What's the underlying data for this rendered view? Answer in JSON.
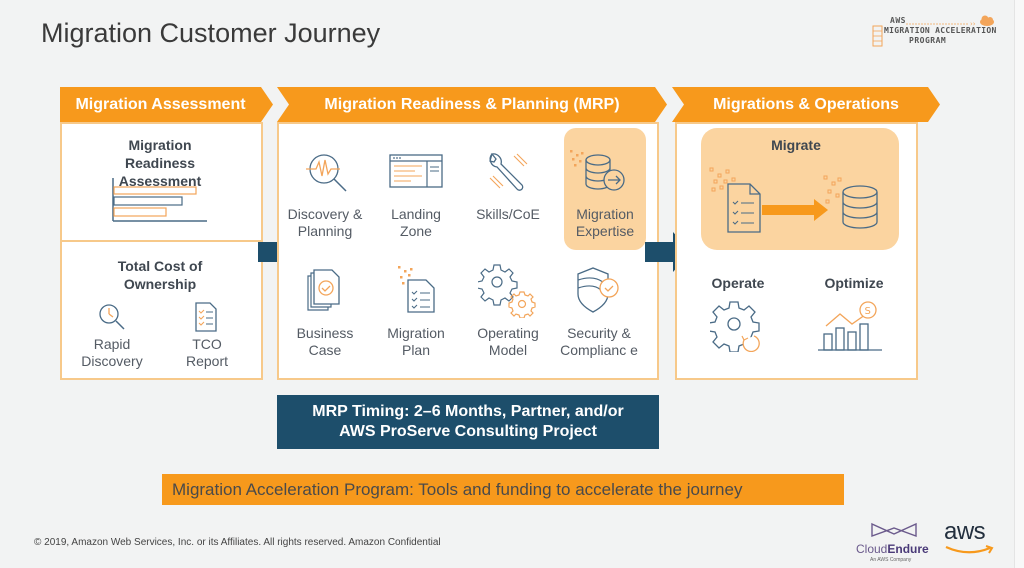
{
  "title": "Migration Customer Journey",
  "program_logo": {
    "line1": "AWS",
    "line2": "MIGRATION ACCELERATION",
    "line3": "PROGRAM"
  },
  "colors": {
    "orange": "#f7991c",
    "light_orange": "#fbd4a0",
    "navy": "#1d4e6b",
    "border": "#f7c98a",
    "text": "#545b64"
  },
  "phases": [
    {
      "title": "Migration Assessment",
      "sections": [
        {
          "title": "Migration Readiness Assessment",
          "icon": "bar-chart-icon"
        },
        {
          "title": "Total Cost of Ownership",
          "items": [
            {
              "label": "Rapid Discovery",
              "icon": "magnifier-clock-icon"
            },
            {
              "label": "TCO Report",
              "icon": "report-checklist-icon"
            }
          ]
        }
      ]
    },
    {
      "title": "Migration Readiness & Planning (MRP)",
      "items": [
        {
          "label": "Discovery & Planning",
          "icon": "search-pulse-icon",
          "highlighted": false
        },
        {
          "label": "Landing Zone",
          "icon": "browser-window-icon",
          "highlighted": false
        },
        {
          "label": "Skills/CoE",
          "icon": "wrench-icon",
          "highlighted": false
        },
        {
          "label": "Migration Expertise",
          "icon": "database-arrow-icon",
          "highlighted": true
        },
        {
          "label": "Business Case",
          "icon": "documents-check-icon",
          "highlighted": false
        },
        {
          "label": "Migration Plan",
          "icon": "checklist-icon",
          "highlighted": false
        },
        {
          "label": "Operating Model",
          "icon": "gears-icon",
          "highlighted": false
        },
        {
          "label": "Security & Complianc e",
          "icon": "shield-check-icon",
          "highlighted": false
        }
      ]
    },
    {
      "title": "Migrations & Operations",
      "migrate": {
        "title": "Migrate",
        "highlighted": true
      },
      "items": [
        {
          "label": "Operate",
          "icon": "gear-refresh-icon"
        },
        {
          "label": "Optimize",
          "icon": "bar-growth-icon"
        }
      ]
    }
  ],
  "timing_note": {
    "line1": "MRP Timing: 2–6 Months, Partner, and/or",
    "line2": "AWS ProServe Consulting Project"
  },
  "program_bar": "Migration Acceleration Program: Tools and funding to accelerate the journey",
  "footer": {
    "copyright": "© 2019, Amazon Web Services, Inc. or its Affiliates. All rights reserved. Amazon Confidential",
    "cloudendure": {
      "name_light": "Cloud",
      "name_bold": "Endure",
      "tagline": "An AWS Company"
    },
    "aws": "aws"
  }
}
